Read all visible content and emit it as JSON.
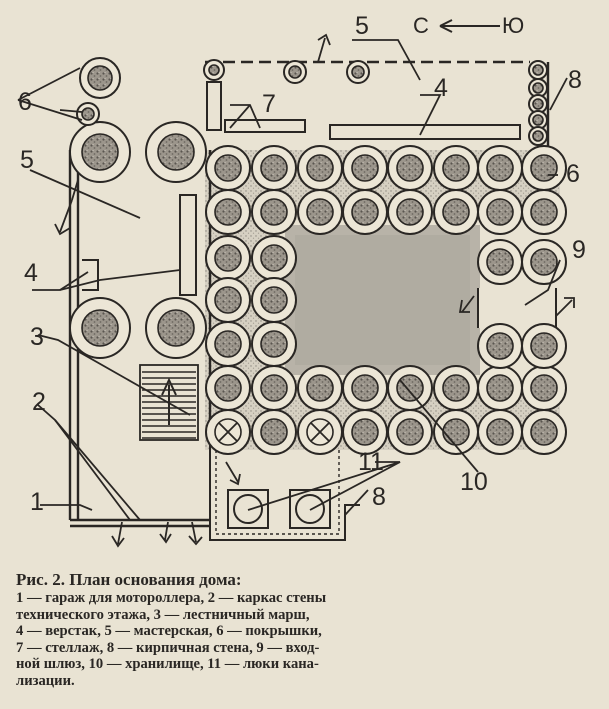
{
  "compass": {
    "left": "С",
    "right": "Ю"
  },
  "labels": [
    "1",
    "2",
    "3",
    "4",
    "5",
    "5",
    "6",
    "6",
    "7",
    "8",
    "8",
    "9",
    "10",
    "11",
    "4"
  ],
  "caption": {
    "title": "Рис. 2. План основания дома:",
    "lines": [
      "1 — гараж для мотороллера, 2 — каркас стены",
      "технического этажа, 3 — лестничный марш,",
      "4 — верстак, 5 — мастерская, 6 — покрышки,",
      "7 — стеллаж, 8 — кирпичная стена, 9 — вход-",
      "ной шлюз, 10 — хранилище, 11 — люки кана-",
      "лизации."
    ]
  }
}
